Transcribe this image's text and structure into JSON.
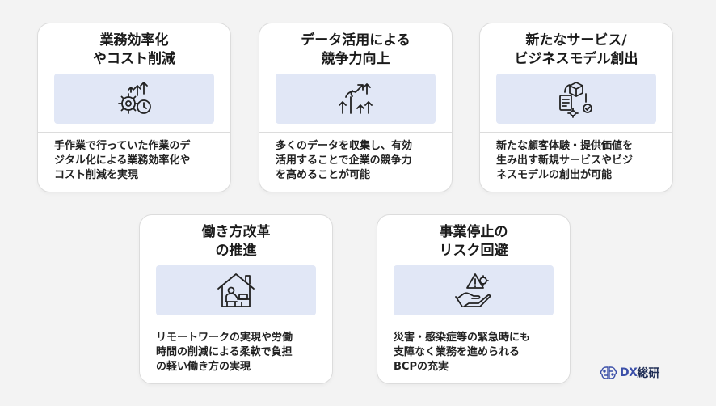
{
  "cards": [
    {
      "title_lines": [
        "業務効率化",
        "やコスト削減"
      ],
      "icon": "gear-chart-clock-icon",
      "desc_lines": [
        "手作業で行っていた作業のデ",
        "ジタル化による業務効率化や",
        "コスト削減を実現"
      ]
    },
    {
      "title_lines": [
        "データ活用による",
        "競争力向上"
      ],
      "icon": "growth-arrows-icon",
      "desc_lines": [
        "多くのデータを収集し、有効",
        "活用することで企業の競争力",
        "を高めることが可能"
      ]
    },
    {
      "title_lines": [
        "新たなサービス/",
        "ビジネスモデル創出"
      ],
      "icon": "business-model-icon",
      "desc_lines": [
        "新たな顧客体験・提供価値を",
        "生み出す新規サービスやビジ",
        "ネスモデルの創出が可能"
      ]
    },
    {
      "title_lines": [
        "働き方改革",
        "の推進"
      ],
      "icon": "remote-work-home-icon",
      "desc_lines": [
        "リモートワークの実現や労働",
        "時間の削減による柔軟で負担",
        "の軽い働き方の実現"
      ]
    },
    {
      "title_lines": [
        "事業停止の",
        "リスク回避"
      ],
      "icon": "risk-hand-warning-icon",
      "desc_lines": [
        "災害・感染症等の緊急時にも",
        "支障なく業務を進められる",
        "BCPの充実"
      ]
    }
  ],
  "logo": {
    "dx": "DX",
    "name": "総研",
    "icon": "brain-icon"
  },
  "colors": {
    "icon_box": "#e1e7f6",
    "card_border": "#dcdcdc",
    "icon_stroke": "#222222",
    "logo": "#3b4fa8"
  }
}
